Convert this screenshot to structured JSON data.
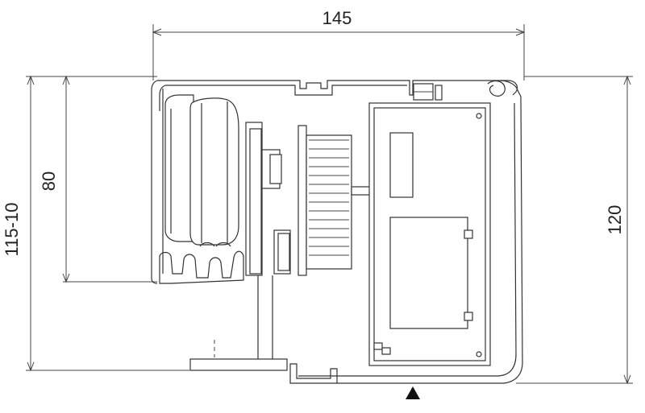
{
  "dimensions": {
    "top_width": "145",
    "left_outer_height": "115-10",
    "left_inner_height": "80",
    "right_height": "120"
  },
  "colors": {
    "line": "#333333",
    "background": "#ffffff",
    "marker": "#111111"
  },
  "icons": {
    "direction_marker": "triangle-up-icon"
  }
}
